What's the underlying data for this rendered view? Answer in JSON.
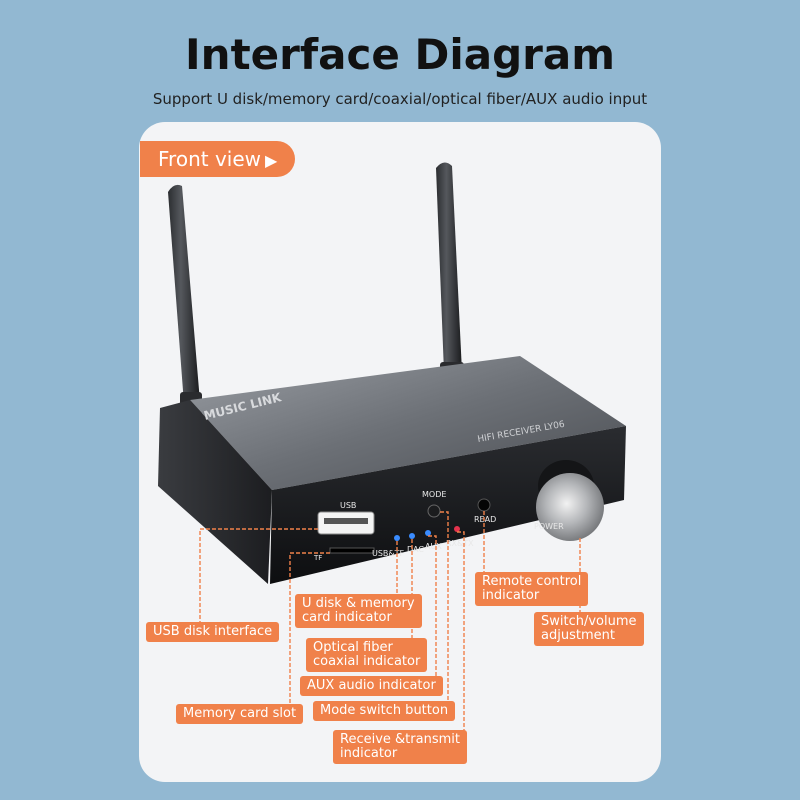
{
  "header": {
    "title": "Interface Diagram",
    "subtitle": "Support U disk/memory card/coaxial/optical fiber/AUX audio input"
  },
  "front_view": {
    "label": "Front view",
    "arrow_icon": "play-arrow-icon"
  },
  "device": {
    "brand_text": "MUSIC LINK",
    "model_text": "HIFI RECEIVER LY06",
    "port_labels": {
      "usb": "USB",
      "tf": "TF",
      "mode": "MODE",
      "read": "READ",
      "power": "POWER",
      "usb_tf": "USB&TF",
      "dac": "DAC",
      "aux": "AUX",
      "rx_tx": "RX&TX"
    }
  },
  "callouts": {
    "usb_disk": "USB disk interface",
    "memory_card_slot": "Memory card slot",
    "u_disk_indicator_line1": "U disk & memory",
    "u_disk_indicator_line2": "card indicator",
    "optical_line1": "Optical fiber",
    "optical_line2": "coaxial indicator",
    "aux_indicator": "AUX audio indicator",
    "mode_switch": "Mode switch button",
    "receive_line1": "Receive &transmit",
    "receive_line2": "indicator",
    "remote_line1": "Remote control",
    "remote_line2": "indicator",
    "switch_line1": "Switch/volume",
    "switch_line2": "adjustment"
  },
  "colors": {
    "background": "#92b8d2",
    "card": "#f3f4f6",
    "accent": "#f0814a",
    "led_blue": "#3a8cff",
    "led_red": "#e5334d"
  }
}
